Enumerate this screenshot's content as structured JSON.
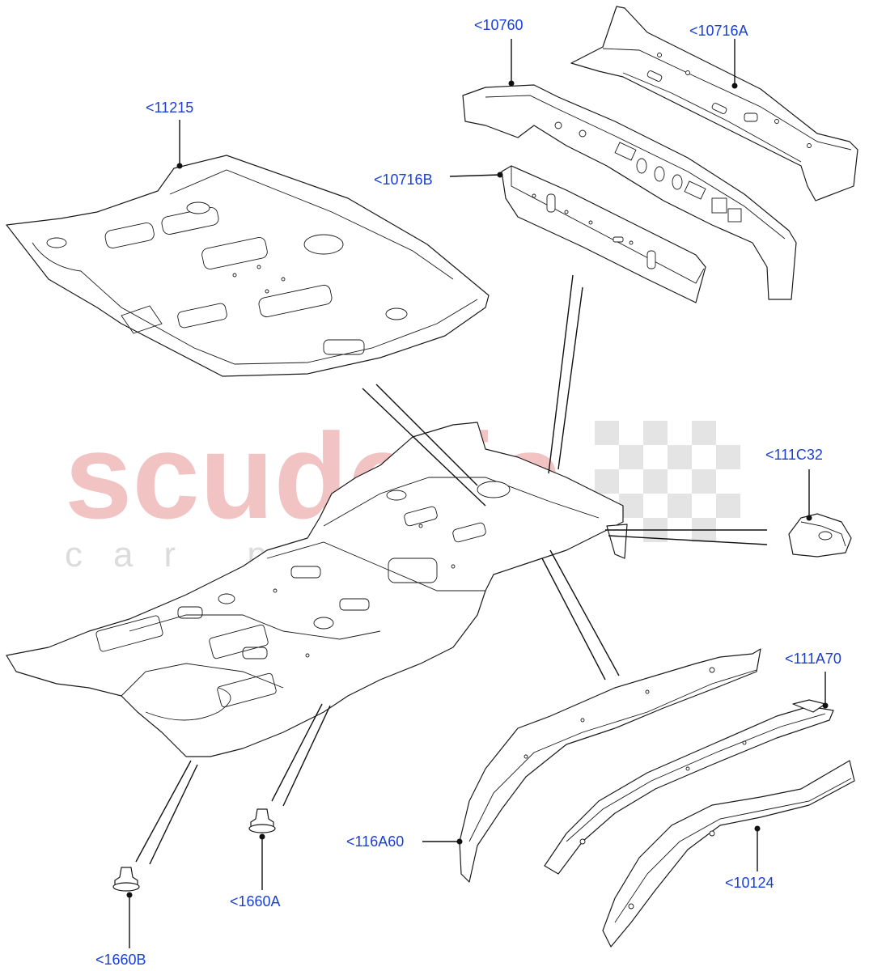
{
  "watermark": {
    "brand": "scuderia",
    "tagline": "car parts"
  },
  "callouts": [
    {
      "id": "c-10760",
      "label": "<10760"
    },
    {
      "id": "c-10716a",
      "label": "<10716A"
    },
    {
      "id": "c-11215",
      "label": "<11215"
    },
    {
      "id": "c-10716b",
      "label": "<10716B"
    },
    {
      "id": "c-111c32",
      "label": "<111C32"
    },
    {
      "id": "c-111a70",
      "label": "<111A70"
    },
    {
      "id": "c-116a60",
      "label": "<116A60"
    },
    {
      "id": "c-10124",
      "label": "<10124"
    },
    {
      "id": "c-1660a",
      "label": "<1660A"
    },
    {
      "id": "c-1660b",
      "label": "<1660B"
    }
  ],
  "colors": {
    "callout_text": "#1a3fd6",
    "line_art": "#1a1a1a",
    "watermark_red": "#f2c3c3",
    "watermark_gray": "#dcdcdc"
  }
}
